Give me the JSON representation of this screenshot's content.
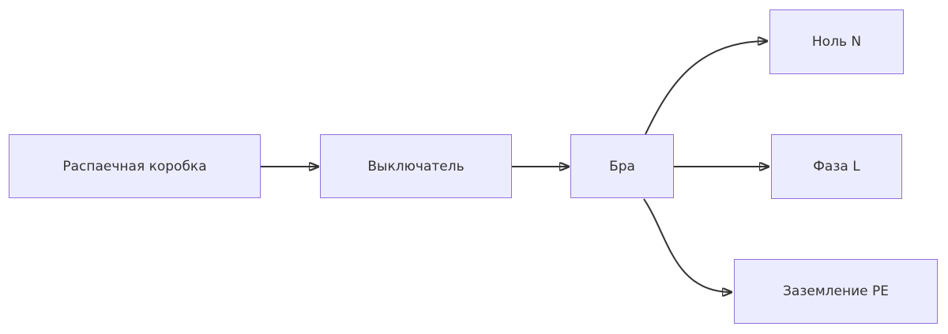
{
  "diagram": {
    "type": "flowchart",
    "direction": "left-to-right",
    "colors": {
      "node_fill": "#ececff",
      "node_border": "#9370db",
      "text": "#333333",
      "edge": "#333333",
      "background": "#ffffff"
    },
    "nodes": [
      {
        "id": "junction-box",
        "label": "Распаечная коробка"
      },
      {
        "id": "switch",
        "label": "Выключатель"
      },
      {
        "id": "sconce",
        "label": "Бра"
      },
      {
        "id": "neutral-n",
        "label": "Ноль N"
      },
      {
        "id": "phase-l",
        "label": "Фаза L"
      },
      {
        "id": "ground-pe",
        "label": "Заземление PE"
      }
    ],
    "edges": [
      {
        "from": "junction-box",
        "to": "switch"
      },
      {
        "from": "switch",
        "to": "sconce"
      },
      {
        "from": "sconce",
        "to": "neutral-n"
      },
      {
        "from": "sconce",
        "to": "phase-l"
      },
      {
        "from": "sconce",
        "to": "ground-pe"
      }
    ]
  }
}
